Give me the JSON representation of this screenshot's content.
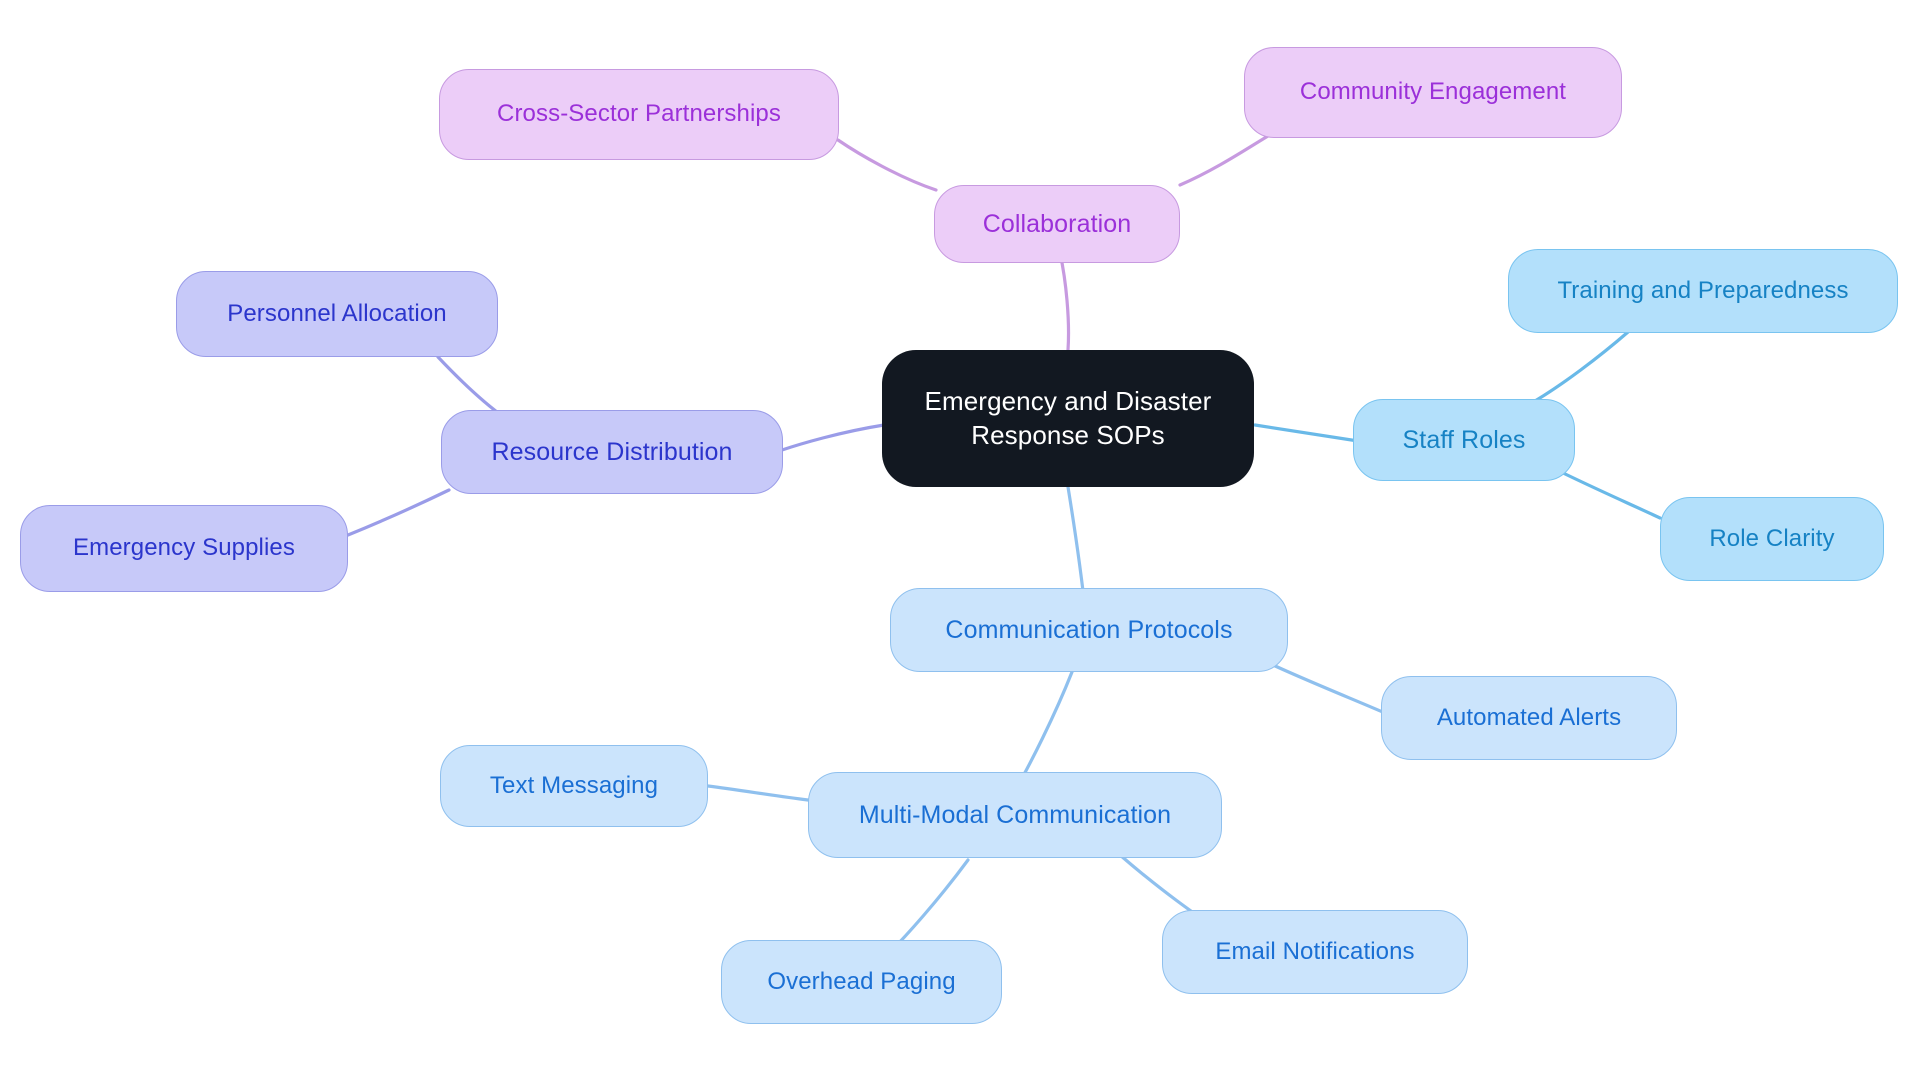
{
  "diagram": {
    "type": "mindmap",
    "title": "Emergency and Disaster Response SOPs",
    "background": "#ffffff"
  },
  "palette": {
    "root_fill": "#121821",
    "root_text": "#ffffff",
    "purple_fill": "#eccdf8",
    "purple_border": "#c79ae0",
    "purple_text": "#9b30d9",
    "purple_edge": "#c79ae0",
    "periwinkle_fill": "#c7c9f9",
    "periwinkle_border": "#9a9ce8",
    "periwinkle_text": "#2b35cc",
    "periwinkle_edge": "#9a9ce8",
    "cyan_fill": "#b3e0fb",
    "cyan_border": "#79c4f0",
    "cyan_text": "#1682c4",
    "cyan_edge": "#69b9e8",
    "blue_fill": "#cbe4fc",
    "blue_border": "#8fc0ee",
    "blue_text": "#1a6fd4",
    "blue_edge": "#8fc0ee"
  },
  "nodes": {
    "root": {
      "label": "Emergency and Disaster\nResponse SOPs"
    },
    "collaboration": {
      "label": "Collaboration"
    },
    "cross_sector_partnerships": {
      "label": "Cross-Sector Partnerships"
    },
    "community_engagement": {
      "label": "Community Engagement"
    },
    "resource_distribution": {
      "label": "Resource Distribution"
    },
    "personnel_allocation": {
      "label": "Personnel Allocation"
    },
    "emergency_supplies": {
      "label": "Emergency Supplies"
    },
    "staff_roles": {
      "label": "Staff Roles"
    },
    "training_and_preparedness": {
      "label": "Training and Preparedness"
    },
    "role_clarity": {
      "label": "Role Clarity"
    },
    "communication_protocols": {
      "label": "Communication Protocols"
    },
    "automated_alerts": {
      "label": "Automated Alerts"
    },
    "multi_modal_communication": {
      "label": "Multi-Modal Communication"
    },
    "text_messaging": {
      "label": "Text Messaging"
    },
    "overhead_paging": {
      "label": "Overhead Paging"
    },
    "email_notifications": {
      "label": "Email Notifications"
    }
  },
  "chart_data": {
    "type": "mindmap",
    "title": "Emergency and Disaster Response SOPs",
    "root": "Emergency and Disaster Response SOPs",
    "branches": [
      {
        "name": "Collaboration",
        "color": "#9b30d9",
        "children": [
          {
            "name": "Cross-Sector Partnerships",
            "children": []
          },
          {
            "name": "Community Engagement",
            "children": []
          }
        ]
      },
      {
        "name": "Resource Distribution",
        "color": "#2b35cc",
        "children": [
          {
            "name": "Personnel Allocation",
            "children": []
          },
          {
            "name": "Emergency Supplies",
            "children": []
          }
        ]
      },
      {
        "name": "Staff Roles",
        "color": "#1682c4",
        "children": [
          {
            "name": "Training and Preparedness",
            "children": []
          },
          {
            "name": "Role Clarity",
            "children": []
          }
        ]
      },
      {
        "name": "Communication Protocols",
        "color": "#1a6fd4",
        "children": [
          {
            "name": "Automated Alerts",
            "children": []
          },
          {
            "name": "Multi-Modal Communication",
            "children": [
              {
                "name": "Text Messaging",
                "children": []
              },
              {
                "name": "Overhead Paging",
                "children": []
              },
              {
                "name": "Email Notifications",
                "children": []
              }
            ]
          }
        ]
      }
    ]
  }
}
